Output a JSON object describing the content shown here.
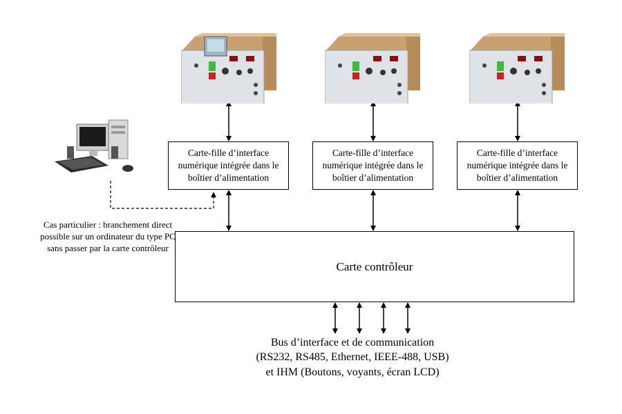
{
  "daughter_boards": [
    {
      "lines": [
        "Carte-fille d’interface",
        "numérique intégrée dans le",
        "boîtier d’alimentation"
      ]
    },
    {
      "lines": [
        "Carte-fille d’interface",
        "numérique intégrée dans le",
        "boîtier d’alimentation"
      ]
    },
    {
      "lines": [
        "Carte-fille d’interface",
        "numérique intégrée dans le",
        "boîtier d’alimentation"
      ]
    }
  ],
  "controller": {
    "label": "Carte contrôleur"
  },
  "pc_note": {
    "text": "Cas particulier : branchement direct possible sur un ordinateur du type PC sans passer par la carte contrôleur"
  },
  "bus": {
    "lines": [
      "Bus d’interface et de communication",
      "(RS232, RS485, Ethernet, IEEE-488, USB)",
      "et IHM (Boutons, voyants, écran LCD)"
    ]
  },
  "icons": {
    "power_supply": "power-supply-unit-photo",
    "computer": "desktop-computer-photo"
  },
  "colors": {
    "wood": "#c9a071",
    "panel": "#dfe3e8",
    "line": "#000000"
  }
}
